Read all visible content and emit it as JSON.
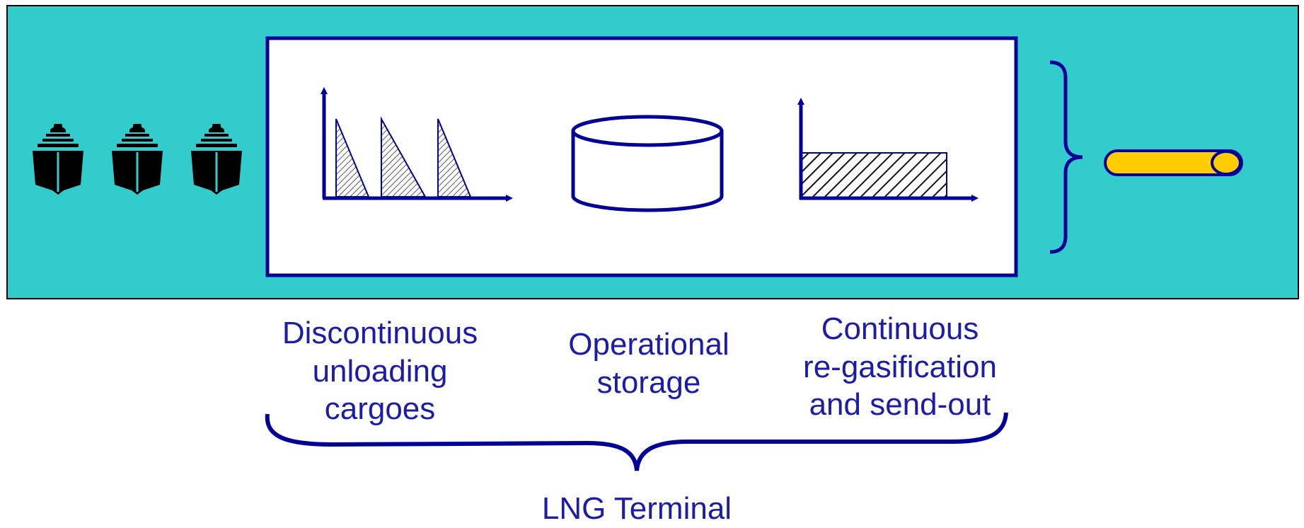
{
  "colors": {
    "band": "#33cccc",
    "outline": "#000099",
    "text": "#1c1ca8",
    "ship": "#000000",
    "pipe": "#ffcc00"
  },
  "icons": {
    "ship": "ship-icon",
    "storage": "storage-tank-icon",
    "pipeline": "pipeline-icon"
  },
  "labels": {
    "unloading": [
      "Discontinuous",
      "unloading",
      "cargoes"
    ],
    "storage": [
      "Operational",
      "storage"
    ],
    "regas": [
      "Continuous",
      "re-gasification",
      "and send-out"
    ],
    "terminal": "LNG Terminal"
  }
}
